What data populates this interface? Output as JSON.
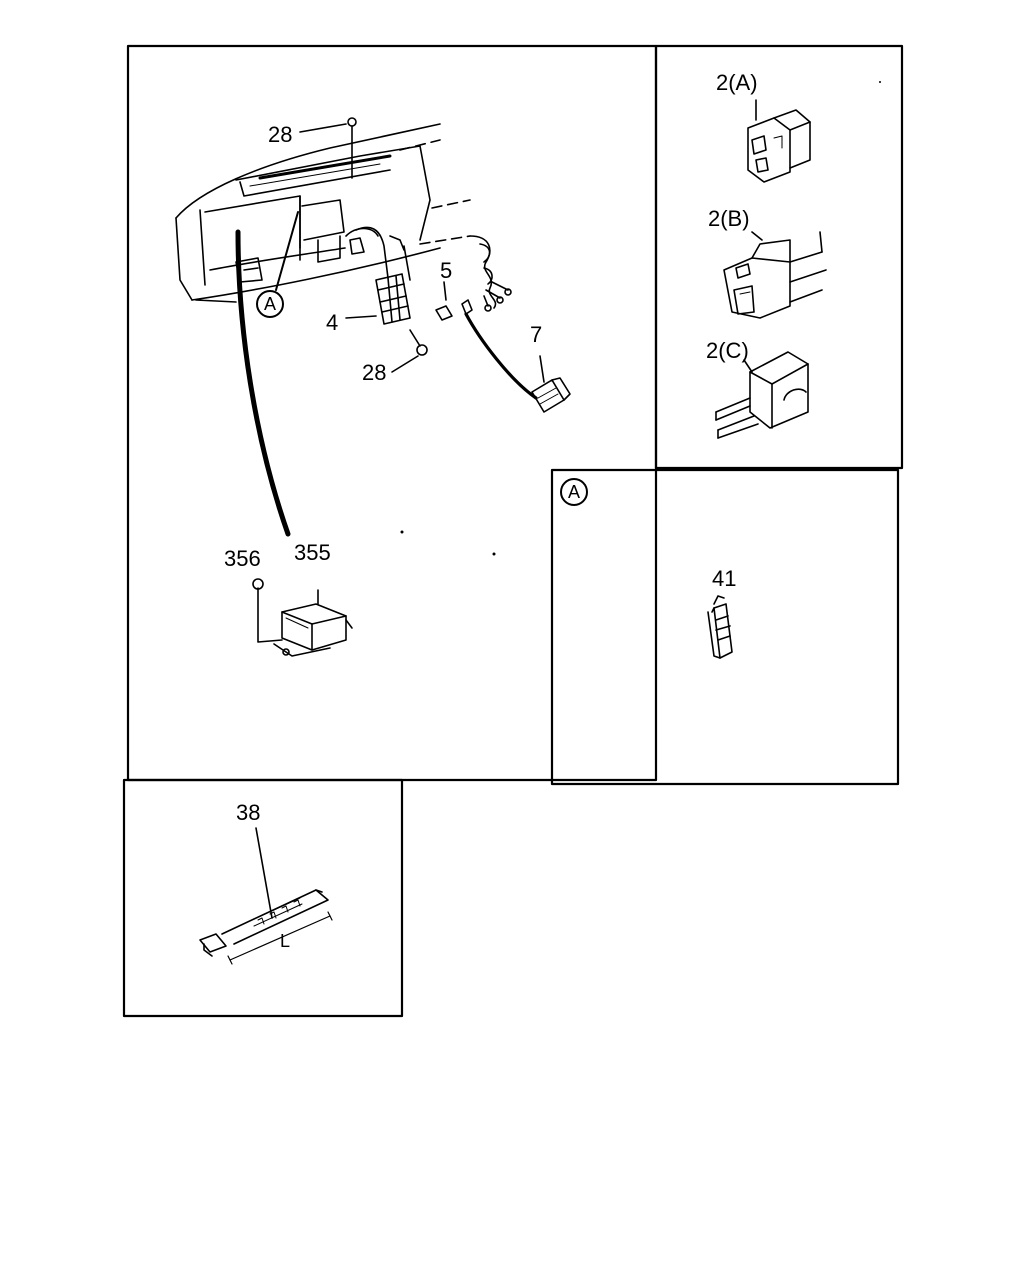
{
  "labels": {
    "p28_top": "28",
    "p28_bottom": "28",
    "p4": "4",
    "p5": "5",
    "p7": "7",
    "p356": "356",
    "p355": "355",
    "p2a": "2(A)",
    "p2b": "2(B)",
    "p2c": "2(C)",
    "p41": "41",
    "p38": "38",
    "dim_l": "L",
    "callout_a_main": "A",
    "callout_a_detail": "A"
  }
}
